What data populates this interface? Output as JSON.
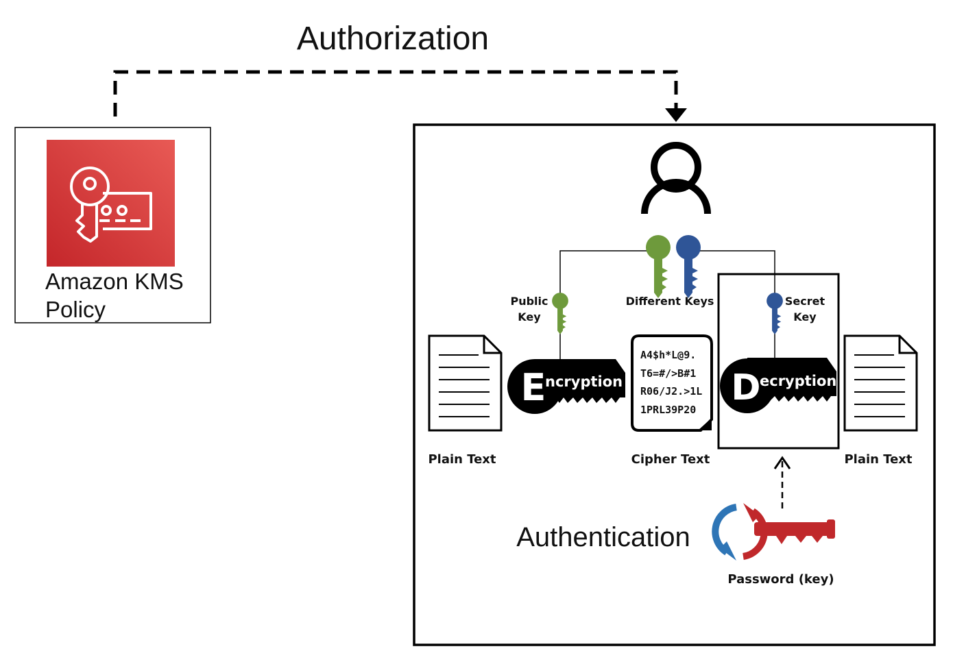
{
  "authorization_label": "Authorization",
  "authentication_label": "Authentication",
  "kms": {
    "label_line1": "Amazon KMS",
    "label_line2": "Policy"
  },
  "keys": {
    "public_line1": "Public",
    "public_line2": "Key",
    "different_keys": "Different Keys",
    "secret_line1": "Secret",
    "secret_line2": "Key",
    "password": "Password (key)"
  },
  "encryption": {
    "initial": "E",
    "rest": "ncryption"
  },
  "decryption": {
    "initial": "D",
    "rest": "ecryption"
  },
  "cipher_lines": [
    "A4$h*L@9.",
    "T6=#/>B#1",
    "R06/J2.>1L",
    "1PRL39P20"
  ],
  "plain_text_left": "Plain Text",
  "cipher_text": "Cipher Text",
  "plain_text_right": "Plain Text",
  "colors": {
    "kms_red_top": "#e85a55",
    "kms_red_bottom": "#c4262a",
    "public_key_green": "#6e9a3c",
    "secret_key_blue": "#2f5597",
    "password_red": "#c0282b",
    "arrow_blue": "#2e75b6"
  },
  "icons": [
    "kms-key-icon",
    "user-icon",
    "green-key-icon",
    "blue-key-icon",
    "document-icon",
    "cipher-document-icon",
    "key-shape-icon",
    "cycle-arrows-icon",
    "red-key-icon"
  ]
}
